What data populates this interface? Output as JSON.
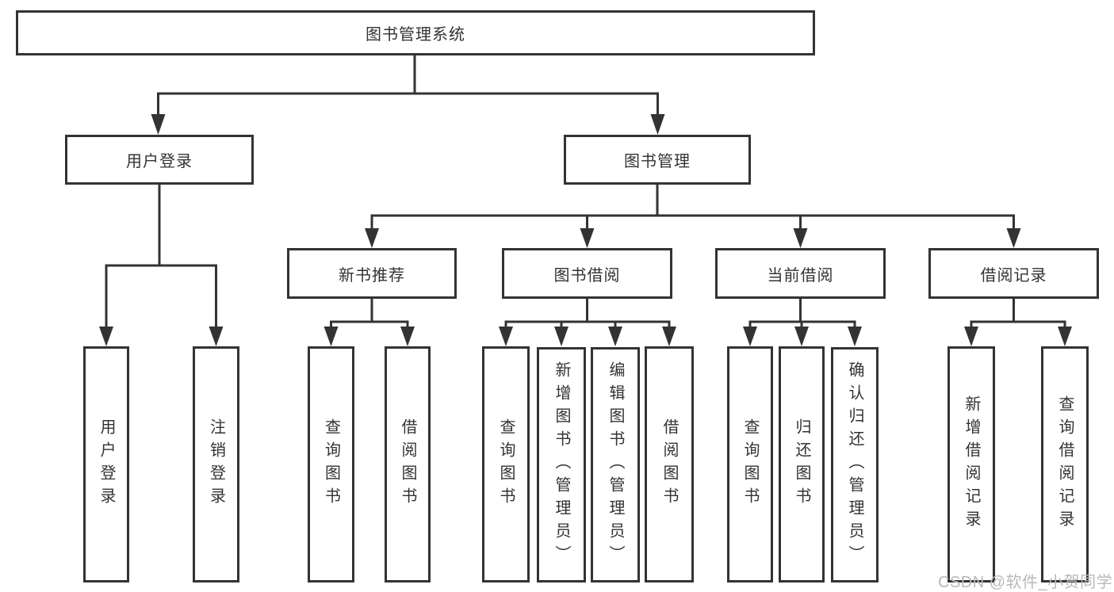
{
  "nodes": {
    "root": "图书管理系统",
    "level2": [
      "用户登录",
      "图书管理"
    ],
    "level3": [
      "新书推荐",
      "图书借阅",
      "当前借阅",
      "借阅记录"
    ],
    "leaves_login": [
      "用户登录",
      "注销登录"
    ],
    "leaves_recommend": [
      "查询图书",
      "借阅图书"
    ],
    "leaves_borrow": [
      "查询图书",
      "新增图书（管理员）",
      "编辑图书（管理员）",
      "借阅图书"
    ],
    "leaves_current": [
      "查询图书",
      "归还图书",
      "确认归还（管理员）"
    ],
    "leaves_records": [
      "新增借阅记录",
      "查询借阅记录"
    ]
  },
  "watermark": "CSDN @软件_小贺同学",
  "colors": {
    "line": "#333333",
    "text": "#333333",
    "background": "#ffffff",
    "watermark": "#b9b9b9"
  }
}
